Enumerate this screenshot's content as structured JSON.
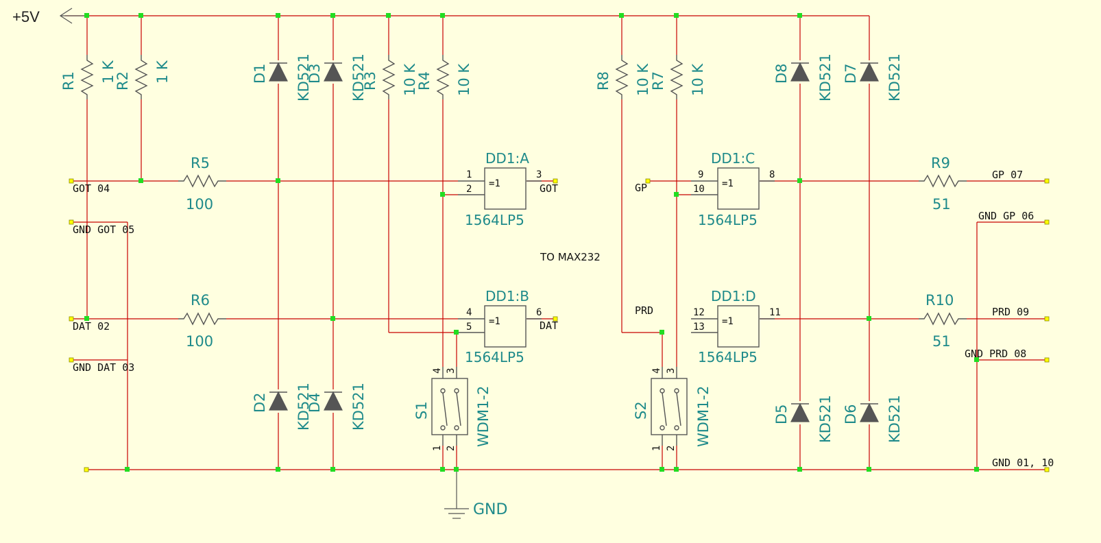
{
  "power": {
    "label": "+5V"
  },
  "ground": {
    "label": "GND"
  },
  "resistors": [
    {
      "ref": "R1",
      "value": "1 K"
    },
    {
      "ref": "R2",
      "value": "1 K"
    },
    {
      "ref": "R3",
      "value": "10 K"
    },
    {
      "ref": "R4",
      "value": "10 K"
    },
    {
      "ref": "R8",
      "value": "10 K"
    },
    {
      "ref": "R7",
      "value": "10 K"
    },
    {
      "ref": "R5",
      "value": "100"
    },
    {
      "ref": "R6",
      "value": "100"
    },
    {
      "ref": "R9",
      "value": "51"
    },
    {
      "ref": "R10",
      "value": "51"
    }
  ],
  "diodes": [
    {
      "ref": "D1",
      "value": "KD521"
    },
    {
      "ref": "D3",
      "value": "KD521"
    },
    {
      "ref": "D2",
      "value": "KD521"
    },
    {
      "ref": "D4",
      "value": "KD521"
    },
    {
      "ref": "D8",
      "value": "KD521"
    },
    {
      "ref": "D7",
      "value": "KD521"
    },
    {
      "ref": "D5",
      "value": "KD521"
    },
    {
      "ref": "D6",
      "value": "KD521"
    }
  ],
  "gates": [
    {
      "ref": "DD1:A",
      "value": "1564LP5",
      "symbol": "=1",
      "in1": "1",
      "in2": "2",
      "out": "3",
      "out_label": "GOT"
    },
    {
      "ref": "DD1:B",
      "value": "1564LP5",
      "symbol": "=1",
      "in1": "4",
      "in2": "5",
      "out": "6",
      "out_label": "DAT"
    },
    {
      "ref": "DD1:C",
      "value": "1564LP5",
      "symbol": "=1",
      "in1": "9",
      "in2": "10",
      "out": "8",
      "in_label": "GP"
    },
    {
      "ref": "DD1:D",
      "value": "1564LP5",
      "symbol": "=1",
      "in1": "12",
      "in2": "13",
      "out": "11",
      "in_label": "PRD"
    }
  ],
  "switches": [
    {
      "ref": "S1",
      "value": "WDM1-2",
      "pins": [
        "4",
        "3",
        "1",
        "2"
      ]
    },
    {
      "ref": "S2",
      "value": "WDM1-2",
      "pins": [
        "4",
        "3",
        "1",
        "2"
      ]
    }
  ],
  "connectors_left": [
    "GOT 04",
    "GND GOT 05",
    "DAT 02",
    "GND DAT 03"
  ],
  "connectors_right": [
    "GP 07",
    "GND GP 06",
    "PRD 09",
    "GND PRD 08",
    "GND 01, 10"
  ],
  "note": "TO MAX232",
  "colors": {
    "wire": "#c80000",
    "component": "#555555",
    "label": "#1e8a8a",
    "junction": "#22dd22",
    "background": "#ffffe0"
  }
}
